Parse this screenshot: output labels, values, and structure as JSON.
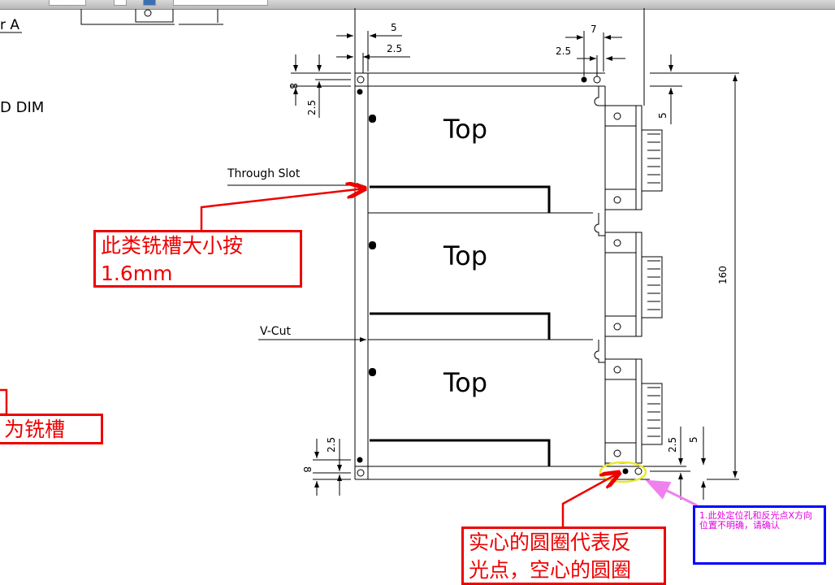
{
  "drawing": {
    "left_labels": {
      "section": "r  A",
      "dim": "D  DIM"
    },
    "callouts": {
      "through_slot": "Through Slot",
      "v_cut": "V-Cut"
    },
    "board_label": "Top",
    "dimensions": {
      "top_5": "5",
      "top_2_5": "2.5",
      "top_right_7": "7",
      "top_right_2_5": "2.5",
      "left_8": "8",
      "left_2_5": "2.5",
      "right_5": "5",
      "overall_160": "160",
      "bottom_left_2_5": "2.5",
      "bottom_left_8": "8",
      "bottom_right_2_5": "2.5",
      "bottom_right_5": "5"
    }
  },
  "annotations": {
    "slot_note": {
      "line1": "此类铣槽大小按",
      "line2": "1.6mm"
    },
    "milling_note": "为铣槽",
    "fiducial_note": {
      "line1": "实心的圆圈代表反",
      "line2": "光点，空心的圆圈"
    },
    "question_note": "1.此处定位孔和反光点X方向位置不明确，请确认"
  },
  "colors": {
    "annotation_red": "#e00000",
    "question_blue": "#0000ff",
    "question_text": "#e000e0",
    "highlight_yellow": "#e8e830",
    "pointer_pink": "#f080f0"
  }
}
